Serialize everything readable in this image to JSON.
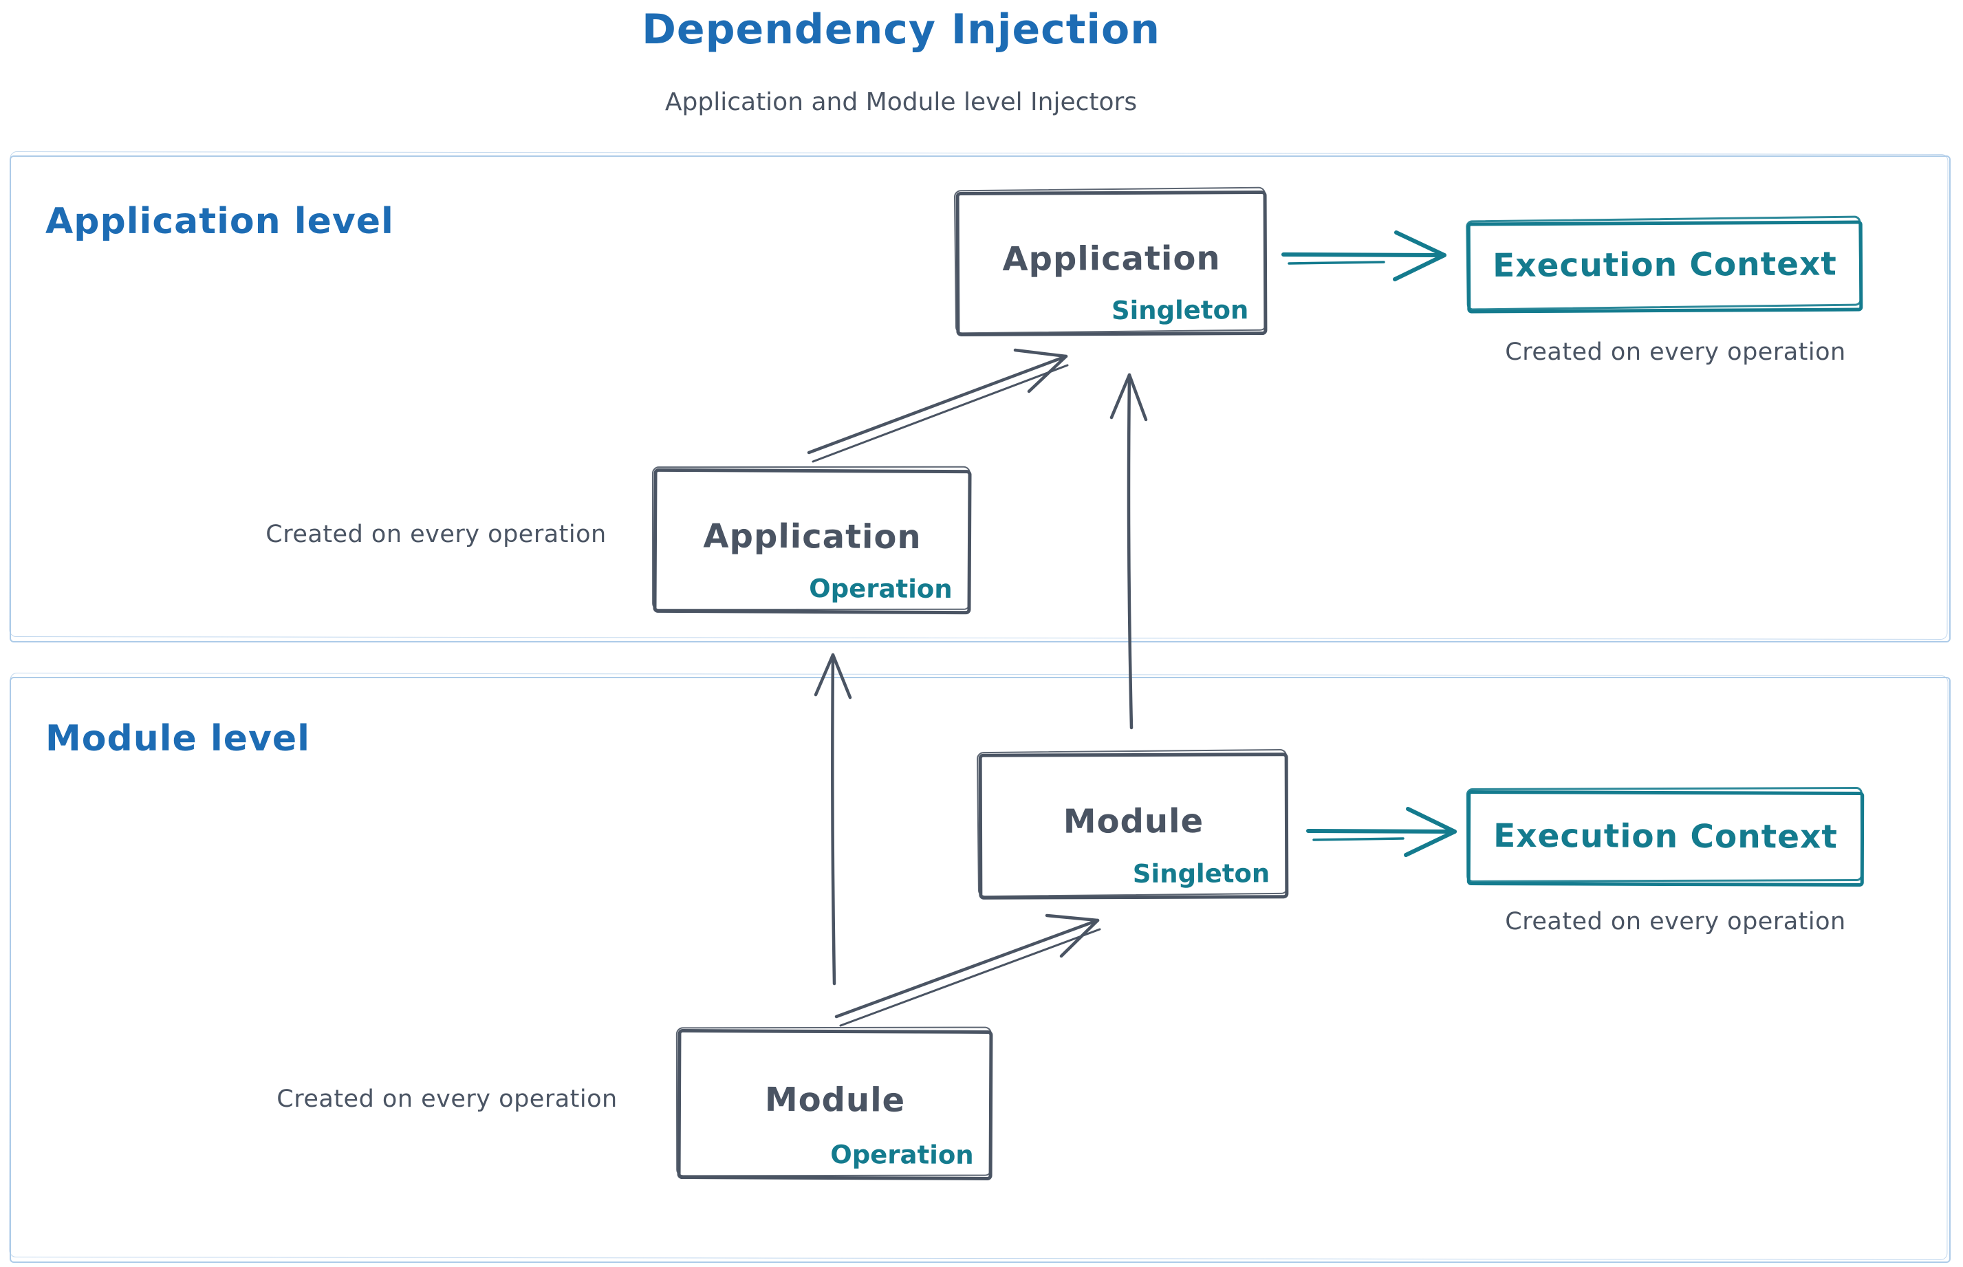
{
  "title": "Dependency Injection",
  "subtitle": "Application and Module level Injectors",
  "colors": {
    "blue": "#1d6cb4",
    "slate": "#4a5463",
    "teal": "#147b8e",
    "frame": "#adcbe8"
  },
  "sections": {
    "application": {
      "label": "Application level",
      "singleton_box": {
        "title": "Application",
        "badge": "Singleton"
      },
      "operation_box": {
        "title": "Application",
        "badge": "Operation"
      },
      "execution_box": {
        "label": "Execution Context"
      },
      "execution_caption": "Created on every operation",
      "operation_caption": "Created on every operation"
    },
    "module": {
      "label": "Module level",
      "singleton_box": {
        "title": "Module",
        "badge": "Singleton"
      },
      "operation_box": {
        "title": "Module",
        "badge": "Operation"
      },
      "execution_box": {
        "label": "Execution Context"
      },
      "execution_caption": "Created on every operation",
      "operation_caption": "Created on every operation"
    }
  }
}
